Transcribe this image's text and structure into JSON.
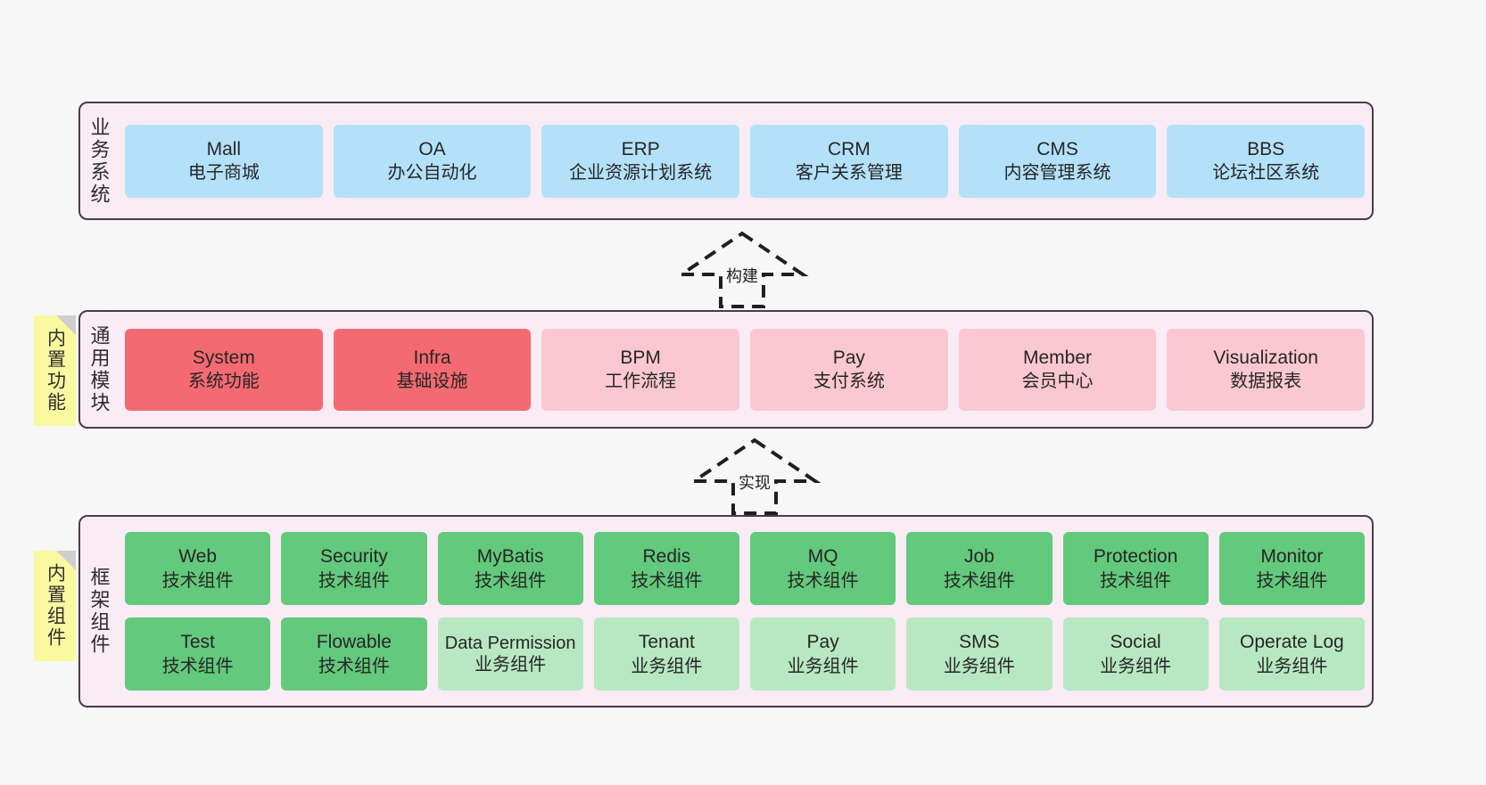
{
  "diagram": {
    "background": "#f7f7f7",
    "layer_fill": "#f9ecf5",
    "layer_border": "#4a3b4a",
    "note_fill": "#fbf9a0"
  },
  "layers": [
    {
      "title": "业务系统",
      "note": null,
      "rows": [
        {
          "items": [
            {
              "en": "Mall",
              "cn": "电子商城",
              "color": "#b4e1fa"
            },
            {
              "en": "OA",
              "cn": "办公自动化",
              "color": "#b4e1fa"
            },
            {
              "en": "ERP",
              "cn": "企业资源计划系统",
              "color": "#b4e1fa"
            },
            {
              "en": "CRM",
              "cn": "客户关系管理",
              "color": "#b4e1fa"
            },
            {
              "en": "CMS",
              "cn": "内容管理系统",
              "color": "#b4e1fa"
            },
            {
              "en": "BBS",
              "cn": "论坛社区系统",
              "color": "#b4e1fa"
            }
          ]
        }
      ]
    },
    {
      "title": "通用模块",
      "note": "内置功能",
      "rows": [
        {
          "items": [
            {
              "en": "System",
              "cn": "系统功能",
              "color": "#f46a72"
            },
            {
              "en": "Infra",
              "cn": "基础设施",
              "color": "#f46a72"
            },
            {
              "en": "BPM",
              "cn": "工作流程",
              "color": "#fbc8d1"
            },
            {
              "en": "Pay",
              "cn": "支付系统",
              "color": "#fbc8d1"
            },
            {
              "en": "Member",
              "cn": "会员中心",
              "color": "#fbc8d1"
            },
            {
              "en": "Visualization",
              "cn": "数据报表",
              "color": "#fbc8d1"
            }
          ]
        }
      ]
    },
    {
      "title": "框架组件",
      "note": "内置组件",
      "rows": [
        {
          "items": [
            {
              "en": "Web",
              "cn": "技术组件",
              "color": "#63c97c"
            },
            {
              "en": "Security",
              "cn": "技术组件",
              "color": "#63c97c"
            },
            {
              "en": "MyBatis",
              "cn": "技术组件",
              "color": "#63c97c"
            },
            {
              "en": "Redis",
              "cn": "技术组件",
              "color": "#63c97c"
            },
            {
              "en": "MQ",
              "cn": "技术组件",
              "color": "#63c97c"
            },
            {
              "en": "Job",
              "cn": "技术组件",
              "color": "#63c97c"
            },
            {
              "en": "Protection",
              "cn": "技术组件",
              "color": "#63c97c"
            },
            {
              "en": "Monitor",
              "cn": "技术组件",
              "color": "#63c97c"
            }
          ]
        },
        {
          "items": [
            {
              "en": "Test",
              "cn": "技术组件",
              "color": "#63c97c"
            },
            {
              "en": "Flowable",
              "cn": "技术组件",
              "color": "#63c97c"
            },
            {
              "en": "Data Permission",
              "cn": "业务组件",
              "color": "#b8e8c2"
            },
            {
              "en": "Tenant",
              "cn": "业务组件",
              "color": "#b8e8c2"
            },
            {
              "en": "Pay",
              "cn": "业务组件",
              "color": "#b8e8c2"
            },
            {
              "en": "SMS",
              "cn": "业务组件",
              "color": "#b8e8c2"
            },
            {
              "en": "Social",
              "cn": "业务组件",
              "color": "#b8e8c2"
            },
            {
              "en": "Operate Log",
              "cn": "业务组件",
              "color": "#b8e8c2"
            }
          ]
        }
      ]
    }
  ],
  "connectors": [
    {
      "label": "构建",
      "style": "dashed-hollow-arrow-up"
    },
    {
      "label": "实现",
      "style": "dashed-hollow-arrow-up"
    }
  ]
}
